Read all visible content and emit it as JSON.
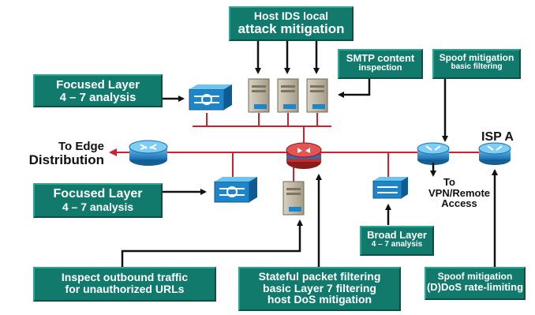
{
  "labels": {
    "host_ids": [
      "Host IDS local",
      "attack mitigation"
    ],
    "smtp": [
      "SMTP content",
      "inspection"
    ],
    "spoof_top": [
      "Spoof mitigation",
      "basic filtering"
    ],
    "focused_top": [
      "Focused Layer",
      "4 – 7 analysis"
    ],
    "focused_bottom": [
      "Focused Layer",
      "4 – 7 analysis"
    ],
    "broad": [
      "Broad Layer",
      "4 – 7 analysis"
    ],
    "inspect_urls": [
      "Inspect outbound traffic",
      "for unauthorized URLs"
    ],
    "stateful": [
      "Stateful packet filtering",
      "basic Layer 7 filtering",
      "host DoS mitigation"
    ],
    "spoof_bottom": [
      "Spoof mitigation",
      "(D)DoS rate-limiting"
    ]
  },
  "text": {
    "edge": [
      "To Edge",
      "Distribution"
    ],
    "isp": "ISP A",
    "vpn": [
      "To",
      "VPN/Remote",
      "Access"
    ]
  },
  "colors": {
    "label_bg": "#117a6c",
    "link": "#cc2233",
    "device_blue": "#1e86c8",
    "firewall_red": "#d23a3a",
    "arrow": "#111111"
  },
  "icons": {
    "router": "router-icon",
    "switch": "ids-sensor-icon",
    "server": "server-icon",
    "firewall": "firewall-icon"
  }
}
